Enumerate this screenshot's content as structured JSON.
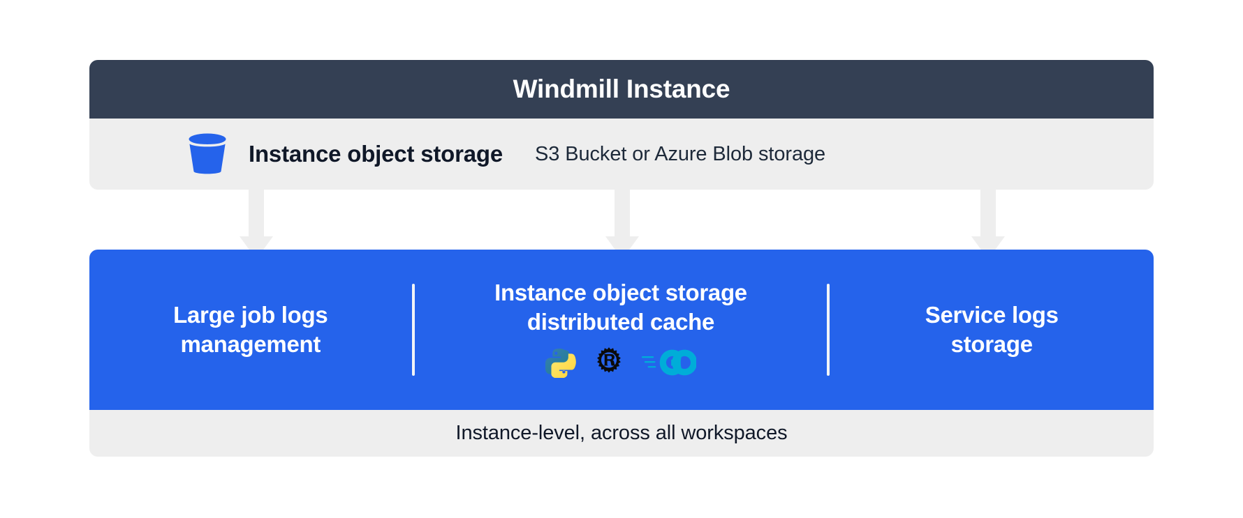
{
  "instance": {
    "title": "Windmill Instance"
  },
  "object_storage": {
    "icon": "bucket-icon",
    "label": "Instance object storage",
    "description": "S3 Bucket or Azure Blob storage"
  },
  "features": [
    {
      "id": "large-job-logs-management",
      "title": "Large job logs\nmanagement",
      "languages": []
    },
    {
      "id": "instance-object-storage-distributed-cache",
      "title": "Instance object storage\ndistributed cache",
      "languages": [
        {
          "name": "python-icon",
          "label": "Python"
        },
        {
          "name": "rust-icon",
          "label": "Rust"
        },
        {
          "name": "go-icon",
          "label": "Go"
        }
      ]
    },
    {
      "id": "service-logs-storage",
      "title": "Service logs\nstorage",
      "languages": []
    }
  ],
  "footer": {
    "text": "Instance-level, across all workspaces"
  },
  "colors": {
    "header_background": "#344054",
    "strip_background": "#eeeeee",
    "panel_background": "#2563eb",
    "bucket_blue": "#2563eb",
    "arrow_gray": "#eeeeee",
    "divider_white": "#f2f4f7",
    "text_dark": "#101828",
    "text_white": "#ffffff",
    "python_blue": "#306998",
    "python_yellow": "#ffd43b",
    "rust_black": "#000000",
    "go_cyan": "#00add8"
  }
}
